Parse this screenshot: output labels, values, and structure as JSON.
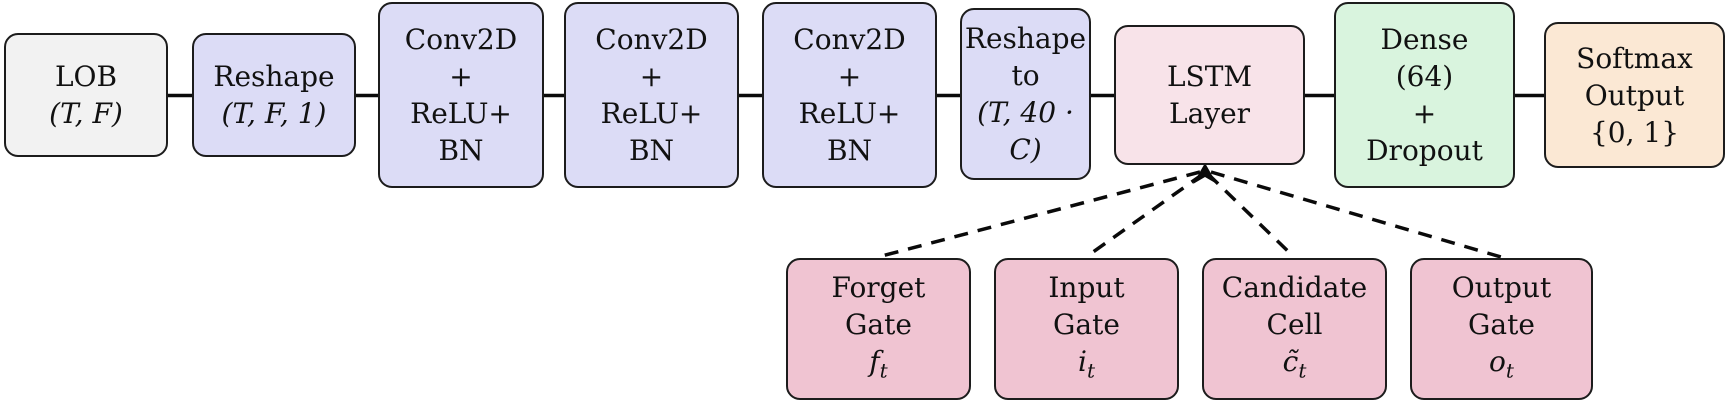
{
  "diagram": {
    "title_semantic": "CNN-LSTM architecture flow diagram",
    "flow_nodes": [
      {
        "id": "lob",
        "line1": "LOB",
        "line2": "(T, F)"
      },
      {
        "id": "reshape1",
        "line1": "Reshape",
        "line2": "(T, F, 1)"
      },
      {
        "id": "conv1",
        "line1": "Conv2D",
        "line2": "+",
        "line3": "ReLU+",
        "line4": "BN"
      },
      {
        "id": "conv2",
        "line1": "Conv2D",
        "line2": "+",
        "line3": "ReLU+",
        "line4": "BN"
      },
      {
        "id": "conv3",
        "line1": "Conv2D",
        "line2": "+",
        "line3": "ReLU+",
        "line4": "BN"
      },
      {
        "id": "reshape2",
        "line1": "Reshape",
        "line2": "to",
        "line3": "(T, 40 ·",
        "line4": "C)"
      },
      {
        "id": "lstm",
        "line1": "LSTM",
        "line2": "Layer"
      },
      {
        "id": "dense",
        "line1": "Dense",
        "line2": "(64)",
        "line3": "+",
        "line4": "Dropout"
      },
      {
        "id": "softmax",
        "line1": "Softmax",
        "line2": "Output",
        "line3": "{0, 1}"
      }
    ],
    "lstm_gates": [
      {
        "id": "forget-gate",
        "line1": "Forget",
        "line2": "Gate",
        "symbol": "f",
        "subscript": "t"
      },
      {
        "id": "input-gate",
        "line1": "Input",
        "line2": "Gate",
        "symbol": "i",
        "subscript": "t"
      },
      {
        "id": "candidate-cell",
        "line1": "Candidate",
        "line2": "Cell",
        "symbol": "c̃",
        "subscript": "t"
      },
      {
        "id": "output-gate",
        "line1": "Output",
        "line2": "Gate",
        "symbol": "o",
        "subscript": "t"
      }
    ],
    "colors": {
      "lob_fill": "#f2f2f2",
      "conv_fill": "#dcdcf6",
      "lstm_fill": "#f8e3e9",
      "dense_fill": "#d9f4de",
      "softmax_fill": "#fbe8d4",
      "gate_fill": "#f0c4d2",
      "border": "#1c1c1c",
      "connector": "#0a0a0a"
    }
  }
}
